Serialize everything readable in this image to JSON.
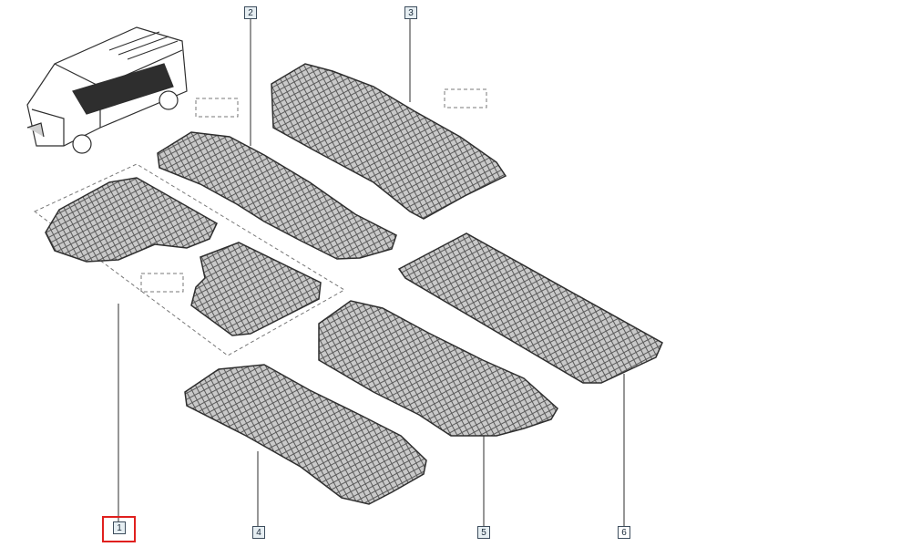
{
  "diagram": {
    "callouts": [
      {
        "id": "1",
        "label": "1",
        "selected": true
      },
      {
        "id": "2",
        "label": "2",
        "selected": false
      },
      {
        "id": "3",
        "label": "3",
        "selected": false
      },
      {
        "id": "4",
        "label": "4",
        "selected": false
      },
      {
        "id": "5",
        "label": "5",
        "selected": false
      },
      {
        "id": "6",
        "label": "6",
        "selected": false
      }
    ],
    "colors": {
      "line": "#2e2e2e",
      "mat_fill": "#c8c8c8",
      "mat_texture": "#5a5a5a",
      "callout_bg": "#e6eef2",
      "selection": "#e0201e"
    },
    "icons": [
      "van-thumbnail-icon"
    ]
  }
}
